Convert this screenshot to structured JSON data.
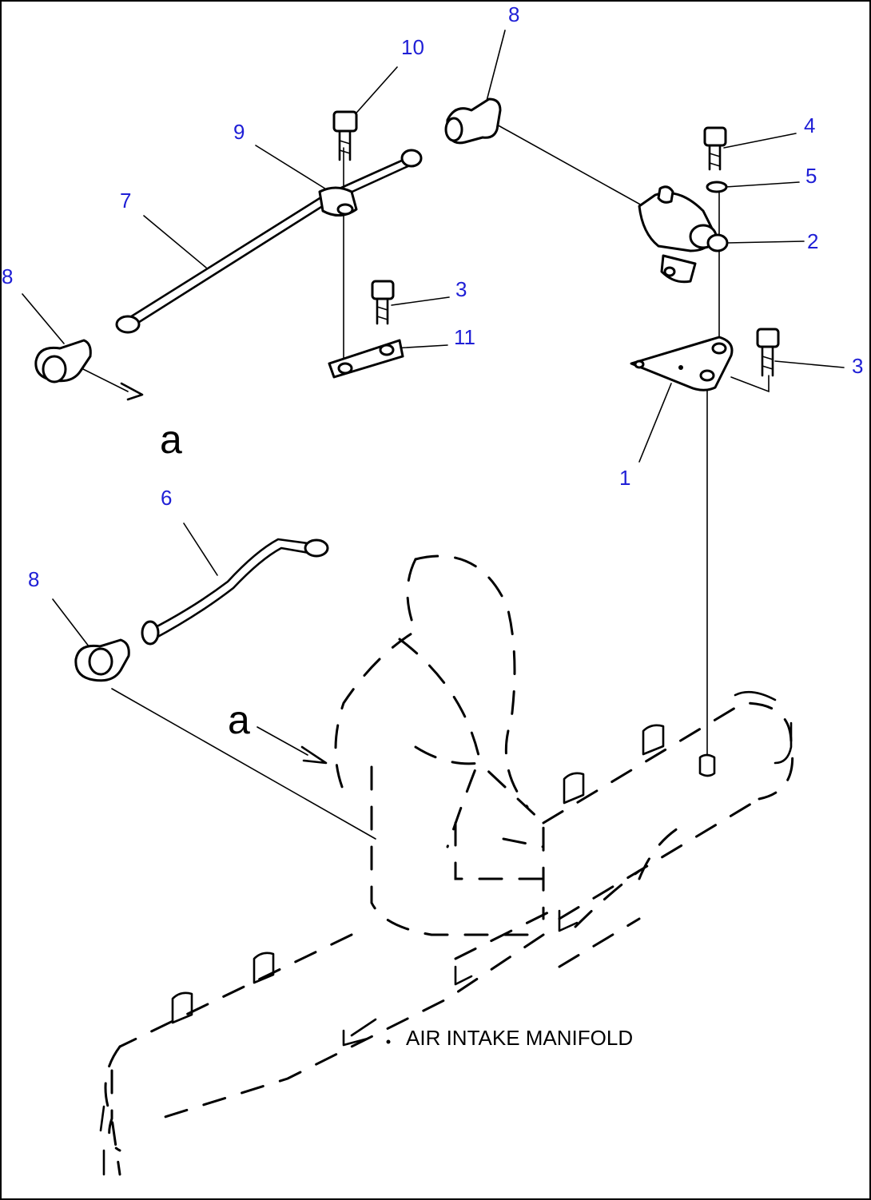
{
  "diagram": {
    "callouts": [
      {
        "id": "c8a",
        "text": "8"
      },
      {
        "id": "c10",
        "text": "10"
      },
      {
        "id": "c9",
        "text": "9"
      },
      {
        "id": "c7",
        "text": "7"
      },
      {
        "id": "c8b",
        "text": "8"
      },
      {
        "id": "c3a",
        "text": "3"
      },
      {
        "id": "c11",
        "text": "11"
      },
      {
        "id": "c6",
        "text": "6"
      },
      {
        "id": "c8c",
        "text": "8"
      },
      {
        "id": "c4",
        "text": "4"
      },
      {
        "id": "c5",
        "text": "5"
      },
      {
        "id": "c2",
        "text": "2"
      },
      {
        "id": "c3b",
        "text": "3"
      },
      {
        "id": "c1",
        "text": "1"
      }
    ],
    "view_markers": [
      "a",
      "a"
    ],
    "caption": "AIR INTAKE MANIFOLD",
    "colors": {
      "callout": "#1f1fd6",
      "line": "#000000"
    }
  }
}
